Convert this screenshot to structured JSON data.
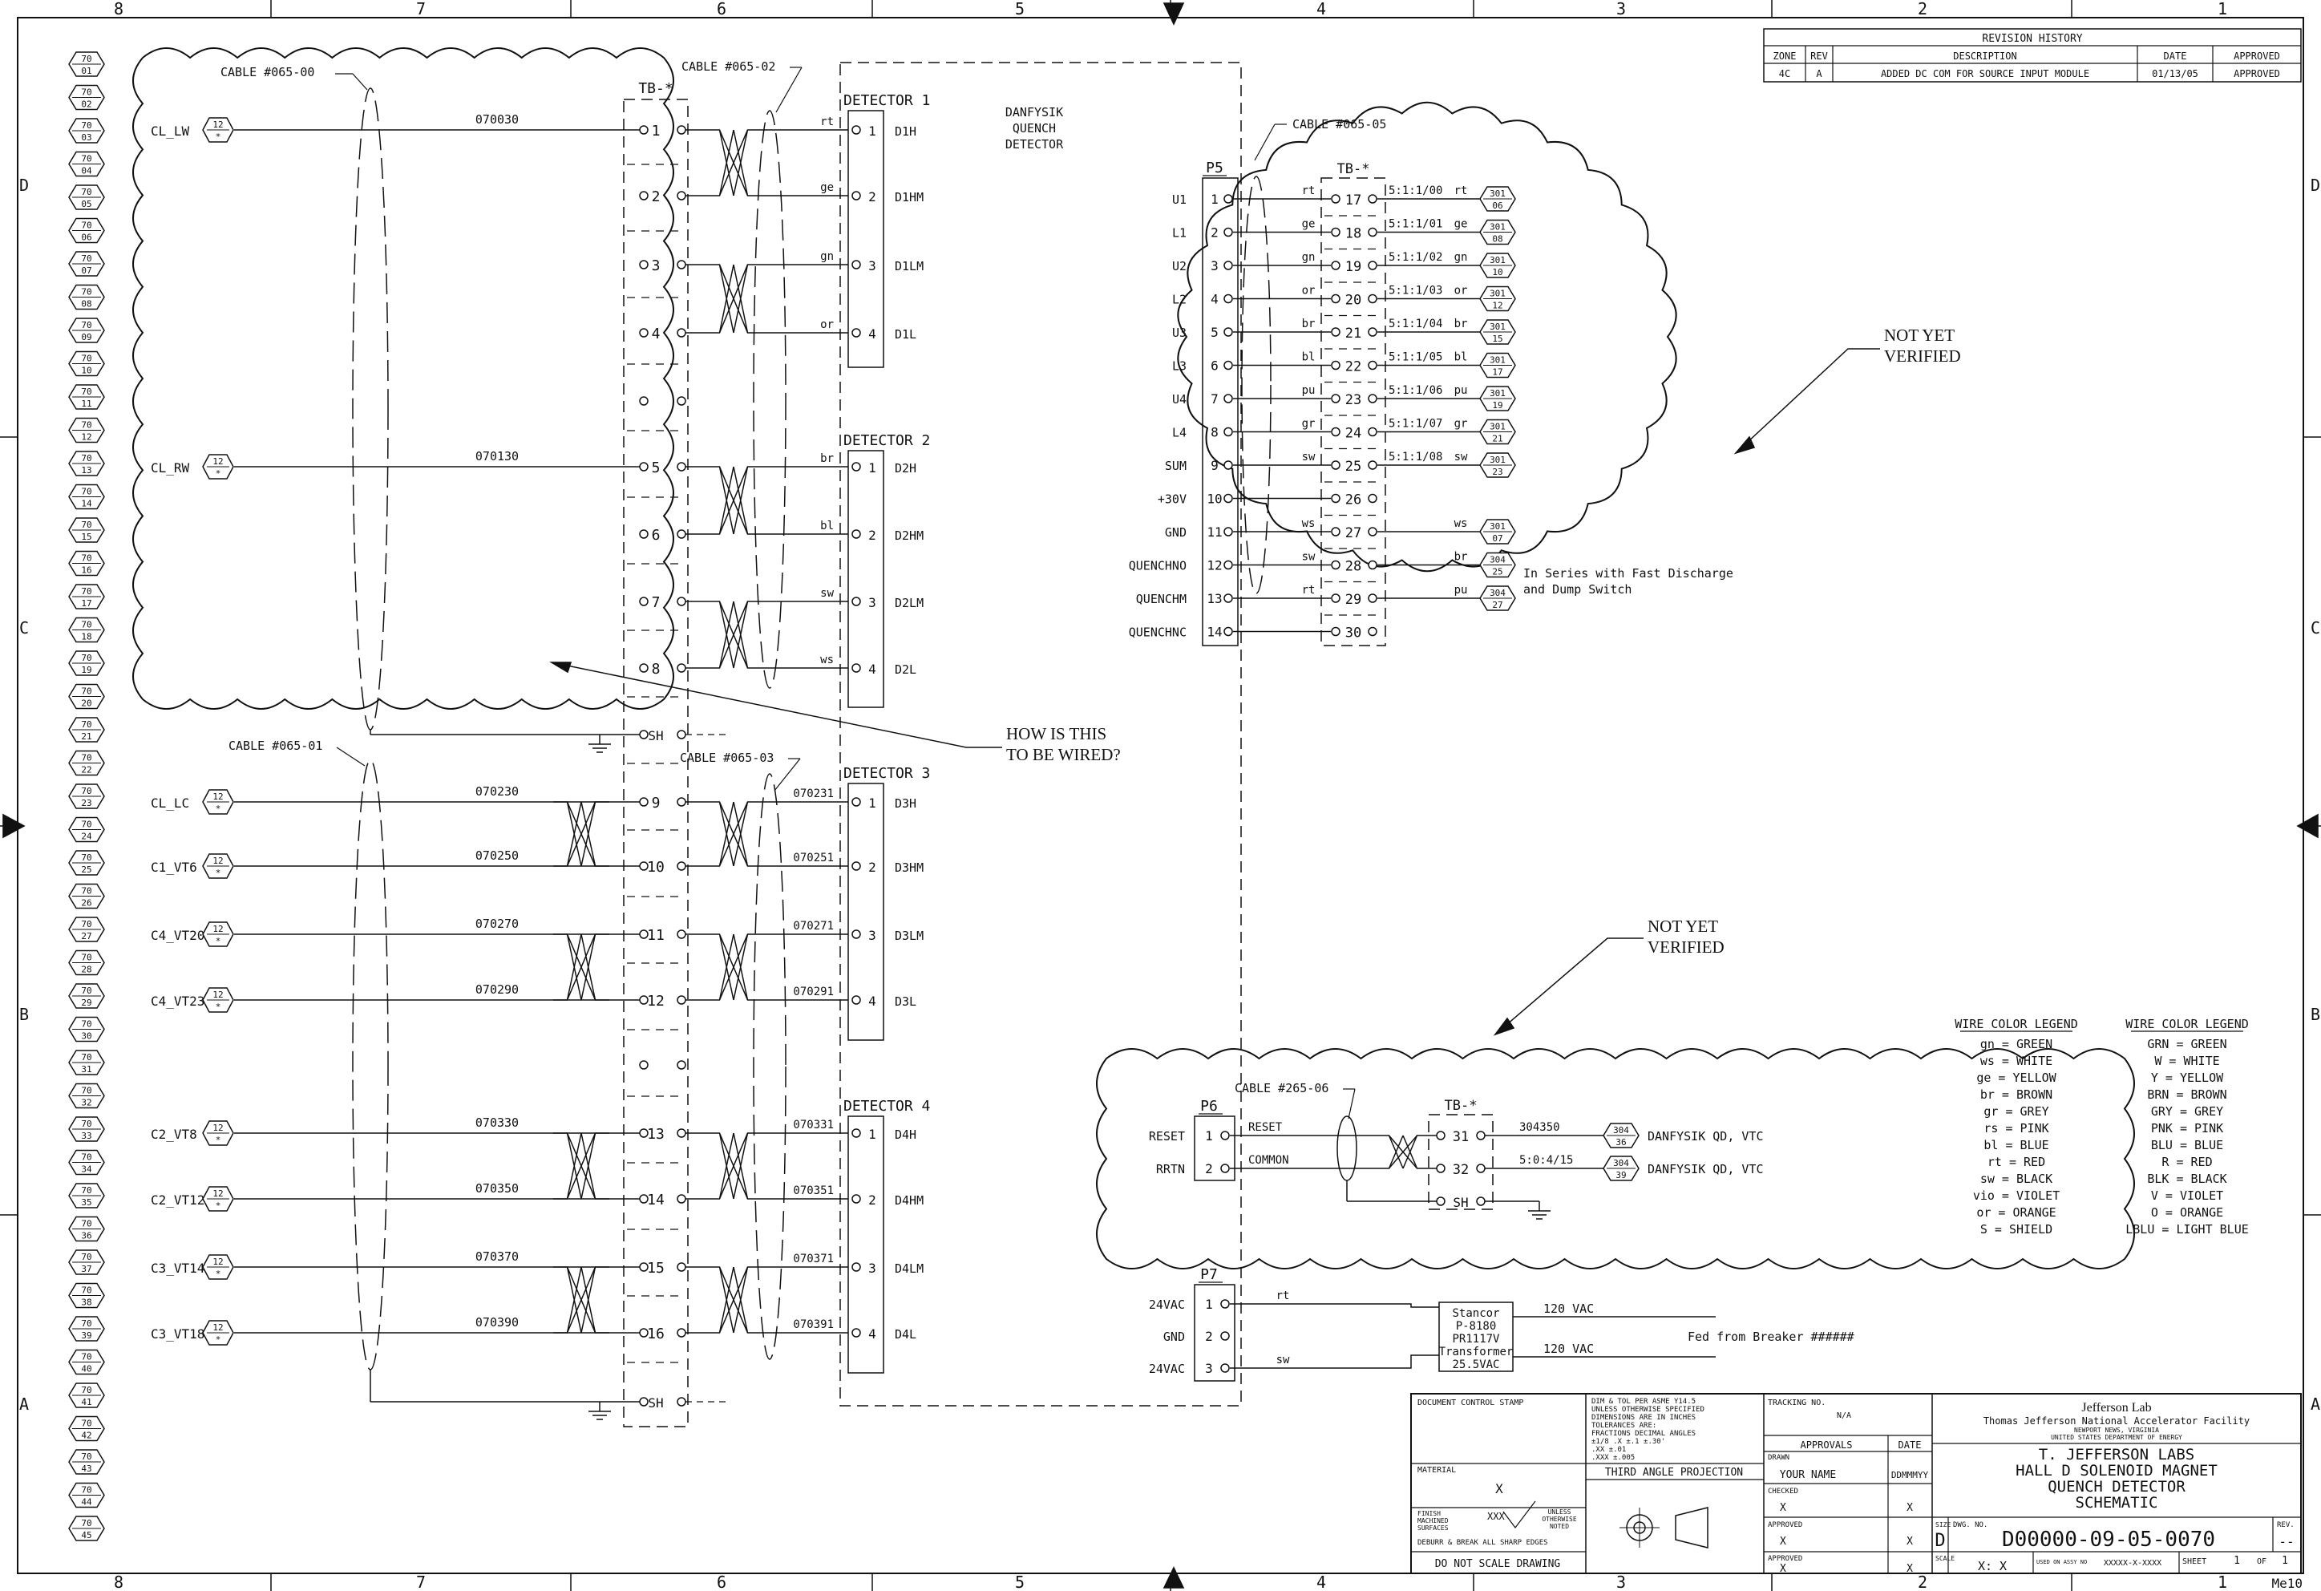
{
  "zones": {
    "columns": [
      "8",
      "7",
      "6",
      "5",
      "4",
      "3",
      "2",
      "1"
    ],
    "rows": [
      "D",
      "C",
      "B",
      "A"
    ]
  },
  "revision": {
    "title": "REVISION HISTORY",
    "headers": [
      "ZONE",
      "REV",
      "DESCRIPTION",
      "DATE",
      "APPROVED"
    ],
    "row": [
      "4C",
      "A",
      "ADDED DC COM FOR SOURCE INPUT MODULE",
      "01/13/05",
      "APPROVED"
    ]
  },
  "left_tags": [
    [
      "70",
      "01"
    ],
    [
      "70",
      "02"
    ],
    [
      "70",
      "03"
    ],
    [
      "70",
      "04"
    ],
    [
      "70",
      "05"
    ],
    [
      "70",
      "06"
    ],
    [
      "70",
      "07"
    ],
    [
      "70",
      "08"
    ],
    [
      "70",
      "09"
    ],
    [
      "70",
      "10"
    ],
    [
      "70",
      "11"
    ],
    [
      "70",
      "12"
    ],
    [
      "70",
      "13"
    ],
    [
      "70",
      "14"
    ],
    [
      "70",
      "15"
    ],
    [
      "70",
      "16"
    ],
    [
      "70",
      "17"
    ],
    [
      "70",
      "18"
    ],
    [
      "70",
      "19"
    ],
    [
      "70",
      "20"
    ],
    [
      "70",
      "21"
    ],
    [
      "70",
      "22"
    ],
    [
      "70",
      "23"
    ],
    [
      "70",
      "24"
    ],
    [
      "70",
      "25"
    ],
    [
      "70",
      "26"
    ],
    [
      "70",
      "27"
    ],
    [
      "70",
      "28"
    ],
    [
      "70",
      "29"
    ],
    [
      "70",
      "30"
    ],
    [
      "70",
      "31"
    ],
    [
      "70",
      "32"
    ],
    [
      "70",
      "33"
    ],
    [
      "70",
      "34"
    ],
    [
      "70",
      "35"
    ],
    [
      "70",
      "36"
    ],
    [
      "70",
      "37"
    ],
    [
      "70",
      "38"
    ],
    [
      "70",
      "39"
    ],
    [
      "70",
      "40"
    ],
    [
      "70",
      "41"
    ],
    [
      "70",
      "42"
    ],
    [
      "70",
      "43"
    ],
    [
      "70",
      "44"
    ],
    [
      "70",
      "45"
    ]
  ],
  "cables": {
    "c00": "CABLE #065-00",
    "c01": "CABLE #065-01",
    "c02": "CABLE #065-02",
    "c03": "CABLE #065-03",
    "c05": "CABLE #065-05",
    "c06": "CABLE #265-06"
  },
  "tb_label": "TB-*",
  "shield": "SH",
  "connector_mark": [
    "12",
    "*"
  ],
  "signals": [
    {
      "name": "CL_LW",
      "wire": "070030",
      "term": "1"
    },
    {
      "name": "CL_RW",
      "wire": "070130",
      "term": "5"
    },
    {
      "name": "CL_LC",
      "wire": "070230",
      "term": "9"
    },
    {
      "name": "C1_VT6",
      "wire": "070250",
      "term": "10"
    },
    {
      "name": "C4_VT20",
      "wire": "070270",
      "term": "11"
    },
    {
      "name": "C4_VT23",
      "wire": "070290",
      "term": "12"
    },
    {
      "name": "C2_VT8",
      "wire": "070330",
      "term": "13"
    },
    {
      "name": "C2_VT12",
      "wire": "070350",
      "term": "14"
    },
    {
      "name": "C3_VT14",
      "wire": "070370",
      "term": "15"
    },
    {
      "name": "C3_VT18",
      "wire": "070390",
      "term": "16"
    }
  ],
  "empty_terms": [
    "2",
    "3",
    "4",
    "6",
    "7",
    "8"
  ],
  "detectors": [
    {
      "title": "DETECTOR 1",
      "pins": [
        "D1H",
        "D1HM",
        "D1LM",
        "D1L"
      ],
      "colors": [
        "rt",
        "ge",
        "gn",
        "or"
      ],
      "wires": [
        "",
        "",
        "",
        ""
      ]
    },
    {
      "title": "DETECTOR 2",
      "pins": [
        "D2H",
        "D2HM",
        "D2LM",
        "D2L"
      ],
      "colors": [
        "br",
        "bl",
        "sw",
        "ws"
      ],
      "wires": [
        "",
        "",
        "",
        ""
      ]
    },
    {
      "title": "DETECTOR 3",
      "pins": [
        "D3H",
        "D3HM",
        "D3LM",
        "D3L"
      ],
      "colors": [
        "",
        "",
        "",
        ""
      ],
      "wires": [
        "070231",
        "070251",
        "070271",
        "070291"
      ]
    },
    {
      "title": "DETECTOR 4",
      "pins": [
        "D4H",
        "D4HM",
        "D4LM",
        "D4L"
      ],
      "colors": [
        "",
        "",
        "",
        ""
      ],
      "wires": [
        "070331",
        "070351",
        "070371",
        "070391"
      ]
    }
  ],
  "detector_pin_numbers": [
    "1",
    "2",
    "3",
    "4"
  ],
  "danfysik_label": [
    "DANFYSIK",
    "QUENCH",
    "DETECTOR"
  ],
  "p5": {
    "title": "P5",
    "pins": [
      {
        "sig": "U1",
        "n": "1",
        "color": "rt",
        "tb": "17",
        "wire": "5:1:1/00",
        "wc": "rt",
        "tag": [
          "301",
          "06"
        ]
      },
      {
        "sig": "L1",
        "n": "2",
        "color": "ge",
        "tb": "18",
        "wire": "5:1:1/01",
        "wc": "ge",
        "tag": [
          "301",
          "08"
        ]
      },
      {
        "sig": "U2",
        "n": "3",
        "color": "gn",
        "tb": "19",
        "wire": "5:1:1/02",
        "wc": "gn",
        "tag": [
          "301",
          "10"
        ]
      },
      {
        "sig": "L2",
        "n": "4",
        "color": "or",
        "tb": "20",
        "wire": "5:1:1/03",
        "wc": "or",
        "tag": [
          "301",
          "12"
        ]
      },
      {
        "sig": "U3",
        "n": "5",
        "color": "br",
        "tb": "21",
        "wire": "5:1:1/04",
        "wc": "br",
        "tag": [
          "301",
          "15"
        ]
      },
      {
        "sig": "L3",
        "n": "6",
        "color": "bl",
        "tb": "22",
        "wire": "5:1:1/05",
        "wc": "bl",
        "tag": [
          "301",
          "17"
        ]
      },
      {
        "sig": "U4",
        "n": "7",
        "color": "pu",
        "tb": "23",
        "wire": "5:1:1/06",
        "wc": "pu",
        "tag": [
          "301",
          "19"
        ]
      },
      {
        "sig": "L4",
        "n": "8",
        "color": "gr",
        "tb": "24",
        "wire": "5:1:1/07",
        "wc": "gr",
        "tag": [
          "301",
          "21"
        ]
      },
      {
        "sig": "SUM",
        "n": "9",
        "color": "sw",
        "tb": "25",
        "wire": "5:1:1/08",
        "wc": "sw",
        "tag": [
          "301",
          "23"
        ]
      },
      {
        "sig": "+30V",
        "n": "10",
        "color": "",
        "tb": "26",
        "wire": "",
        "wc": "",
        "tag": null
      },
      {
        "sig": "GND",
        "n": "11",
        "color": "ws",
        "tb": "27",
        "wire": "",
        "wc": "ws",
        "tag": [
          "301",
          "07"
        ]
      },
      {
        "sig": "QUENCHNO",
        "n": "12",
        "color": "sw",
        "tb": "28",
        "wire": "",
        "wc": "br",
        "tag": [
          "304",
          "25"
        ]
      },
      {
        "sig": "QUENCHM",
        "n": "13",
        "color": "rt",
        "tb": "29",
        "wire": "",
        "wc": "pu",
        "tag": [
          "304",
          "27"
        ]
      },
      {
        "sig": "QUENCHNC",
        "n": "14",
        "color": "",
        "tb": "30",
        "wire": "",
        "wc": "",
        "tag": null
      }
    ],
    "series_note": [
      "In Series with Fast Discharge",
      "and Dump Switch"
    ]
  },
  "notes": {
    "not_verified": [
      "NOT YET",
      "VERIFIED"
    ],
    "how_wired": [
      "HOW IS THIS",
      "TO BE WIRED?"
    ]
  },
  "p6": {
    "title": "P6",
    "rows": [
      {
        "sig": "RESET",
        "n": "1",
        "label": "RESET",
        "tb": "31",
        "wire": "304350",
        "tag": [
          "304",
          "36"
        ],
        "dest": "DANFYSIK QD, VTC"
      },
      {
        "sig": "RRTN",
        "n": "2",
        "label": "COMMON",
        "tb": "32",
        "wire": "5:0:4/15",
        "tag": [
          "304",
          "39"
        ],
        "dest": "DANFYSIK QD, VTC"
      }
    ]
  },
  "p7": {
    "title": "P7",
    "rows": [
      {
        "sig": "24VAC",
        "n": "1",
        "color": "rt"
      },
      {
        "sig": "GND",
        "n": "2",
        "color": ""
      },
      {
        "sig": "24VAC",
        "n": "3",
        "color": "sw"
      }
    ],
    "transformer": [
      "Stancor",
      "P-8180",
      "PR1117V",
      "Transformer",
      "25.5VAC"
    ],
    "vac": [
      "120 VAC",
      "120 VAC"
    ],
    "fed": "Fed from Breaker ######"
  },
  "legend_short": {
    "title": "WIRE COLOR LEGEND",
    "items": [
      "gn = GREEN",
      "ws = WHITE",
      "ge = YELLOW",
      "br = BROWN",
      "gr = GREY",
      "rs = PINK",
      "bl = BLUE",
      "rt = RED",
      "sw = BLACK",
      "vio = VIOLET",
      "or = ORANGE",
      "S = SHIELD"
    ]
  },
  "legend_long": {
    "title": "WIRE COLOR LEGEND",
    "items": [
      "GRN = GREEN",
      "W = WHITE",
      "Y = YELLOW",
      "BRN = BROWN",
      "GRY = GREY",
      "PNK = PINK",
      "BLU = BLUE",
      "R = RED",
      "BLK = BLACK",
      "V = VIOLET",
      "O = ORANGE",
      "LBLU = LIGHT BLUE"
    ]
  },
  "title_block": {
    "doc_stamp": "DOCUMENT CONTROL STAMP",
    "tol": [
      "DIM & TOL PER ASME Y14.5",
      "UNLESS OTHERWISE SPECIFIED",
      "DIMENSIONS ARE IN INCHES",
      "TOLERANCES ARE:",
      "FRACTIONS   DECIMAL   ANGLES",
      "±1/8    .X ±.1    ±.30'",
      "        .XX ±.01",
      "        .XXX ±.005"
    ],
    "tracking_label": "TRACKING NO.",
    "tracking": "N/A",
    "lab_logo": "Jefferson Lab",
    "lab_name": "Thomas Jefferson National Accelerator Facility",
    "lab_sub1": "NEWPORT NEWS, VIRGINIA",
    "lab_sub2": "UNITED STATES DEPARTMENT OF ENERGY",
    "approvals": "APPROVALS",
    "date": "DATE",
    "material_label": "MATERIAL",
    "material": "X",
    "third_angle": "THIRD ANGLE PROJECTION",
    "finish": [
      "FINISH",
      "MACHINED",
      "SURFACES"
    ],
    "finish_val": "XXX",
    "unless": [
      "UNLESS",
      "OTHERWISE",
      "NOTED"
    ],
    "deburr": "DEBURR & BREAK ALL SHARP EDGES",
    "no_scale": "DO NOT SCALE DRAWING",
    "drawn_label": "DRAWN",
    "drawn": "YOUR NAME",
    "drawn_date": "DDMMMYY",
    "checked_label": "CHECKED",
    "checked": "X",
    "checked_date": "X",
    "approved_label": "APPROVED",
    "approved1": "X",
    "approved1_date": "X",
    "approved2": "X",
    "approved2_date": "X",
    "title": [
      "T. JEFFERSON LABS",
      "HALL D SOLENOID MAGNET",
      "QUENCH DETECTOR",
      "SCHEMATIC"
    ],
    "size_label": "SIZE",
    "size": "D",
    "dwg_label": "DWG. NO.",
    "dwg_no": "D00000-09-05-0070",
    "rev_label": "REV.",
    "rev": "--",
    "scale_label": "SCALE",
    "scale": "X: X",
    "used_on_label": "USED ON ASSY NO",
    "used_on": "XXXXX-X-XXXX",
    "sheet_label": "SHEET",
    "sheet": "1",
    "of_label": "OF",
    "of": "1",
    "corner": "Me10"
  }
}
